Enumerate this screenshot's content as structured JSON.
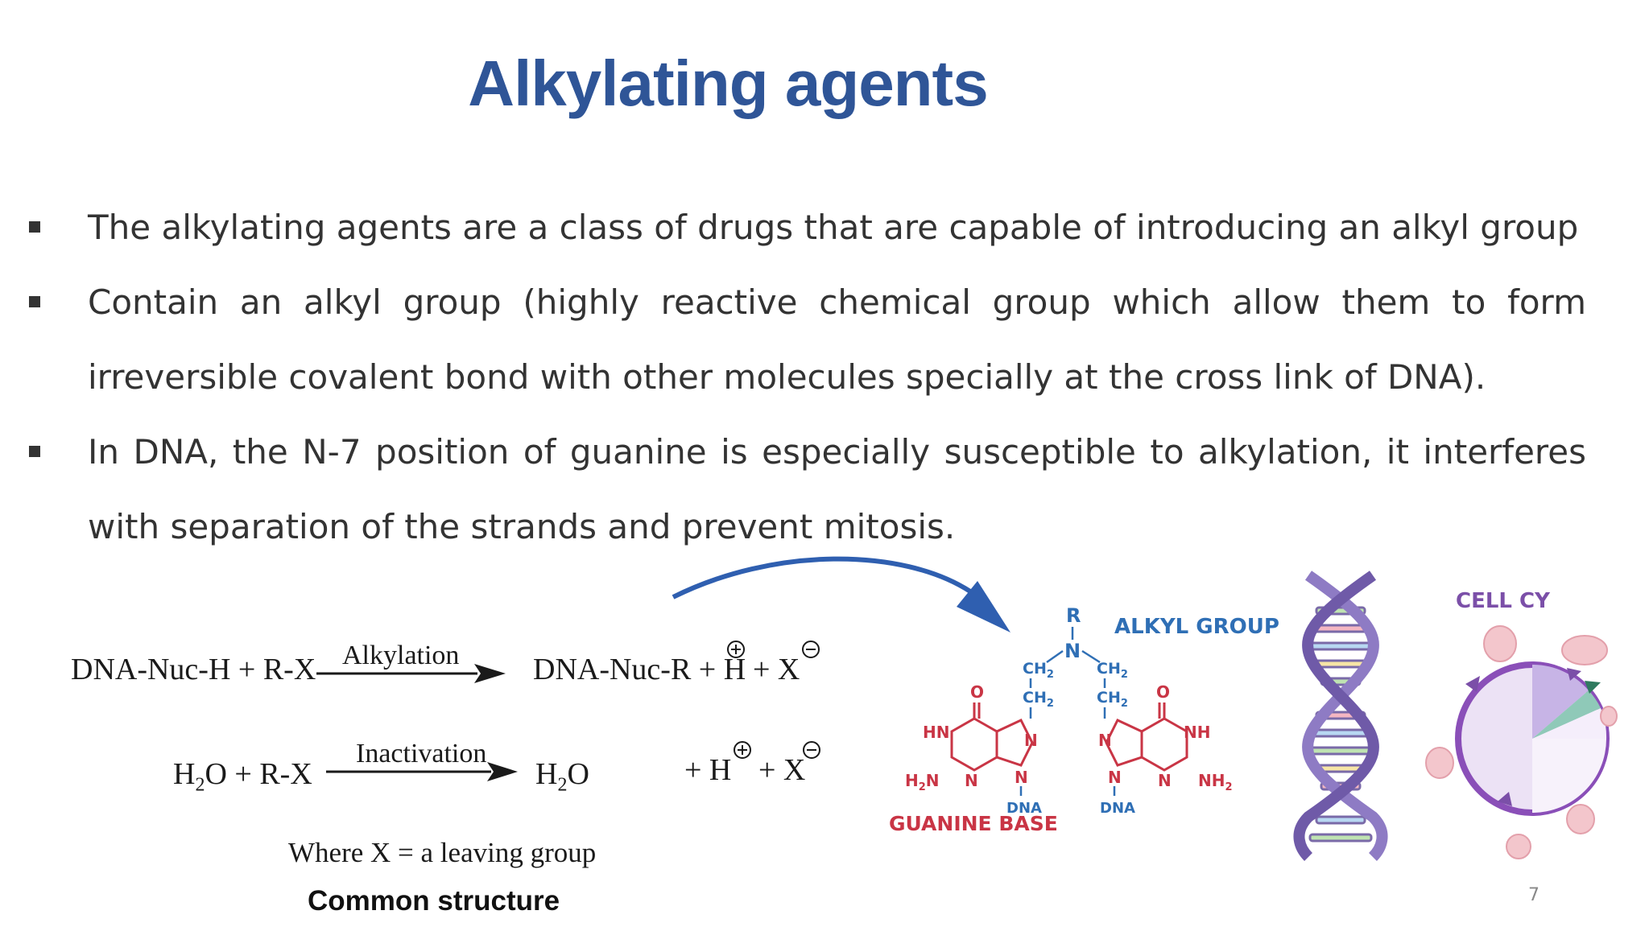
{
  "slide": {
    "title": "Alkylating agents",
    "page_number": "7",
    "accent_color": "#2f5597"
  },
  "bullets": [
    {
      "text": "The alkylating agents are a class of drugs that are capable of introducing an alkyl group"
    },
    {
      "text": "Contain an alkyl group (highly reactive chemical group which allow them to form irreversible covalent bond with other molecules specially at the cross link of DNA)."
    },
    {
      "text": "In DNA, the N-7 position of guanine is especially susceptible to alkylation, it interferes with separation of the strands and prevent mitosis."
    }
  ],
  "reactions": {
    "r1_left": "DNA-Nuc-H  +  R-X",
    "r1_arrow_label": "Alkylation",
    "r1_right": "DNA-Nuc-R  +  H",
    "r1_x": "+  X",
    "r2_left_a": "H",
    "r2_left_sub": "2",
    "r2_left_b": "O  +  R-X",
    "r2_arrow_label": "Inactivation",
    "r2_right_a": "H",
    "r2_right_sub": "2",
    "r2_right_b": "O",
    "r2_ions": "+  H",
    "r2_x": "+  X",
    "note": "Where X = a leaving group",
    "caption": "Common structure"
  },
  "guanine_figure": {
    "alkyl_label": "ALKYL GROUP",
    "base_label": "GUANINE BASE",
    "r": "R",
    "n": "N",
    "ch2": "CH",
    "sub2": "2",
    "o": "O",
    "hn": "HN",
    "nh": "NH",
    "h2n": "H",
    "nh2": "NH",
    "dna": "DNA",
    "red_color": "#c93545",
    "blue_color": "#2f6fb5"
  },
  "cell_cycle": {
    "label": "CELL CY",
    "color": "#7b4fa8"
  }
}
